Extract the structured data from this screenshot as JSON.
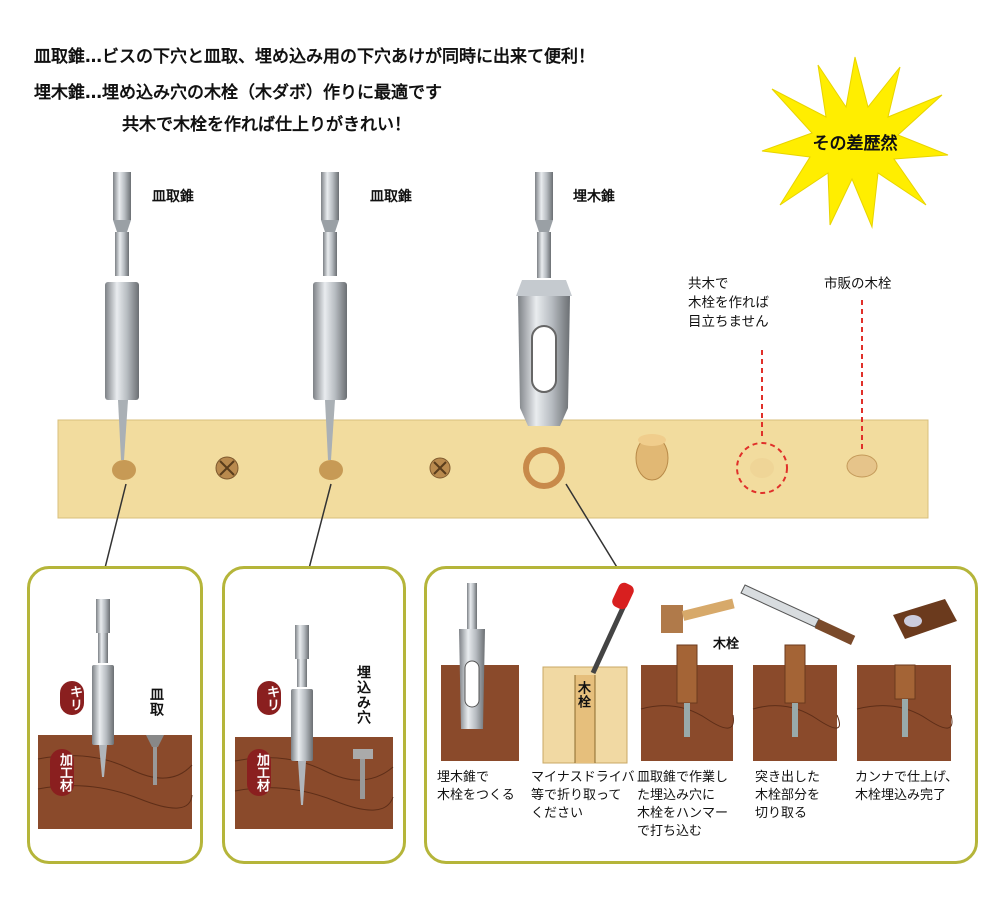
{
  "intro": {
    "line1": "皿取錐…ビスの下穴と皿取、埋め込み用の下穴あけが同時に出来て便利！",
    "line2": "埋木錐…埋め込み穴の木栓（木ダボ）作りに最適です",
    "line3": "共木で木栓を作れば仕上りがきれい！"
  },
  "starburst": {
    "text": "その差歴然",
    "color": "#ffee00"
  },
  "bits": [
    {
      "label": "皿取錐"
    },
    {
      "label": "皿取錐"
    },
    {
      "label": "埋木錐"
    }
  ],
  "notes": {
    "same_wood": "共木で\n木栓を作れば\n目立ちません",
    "commercial": "市販の木栓"
  },
  "panel1": {
    "kiri": "キリ",
    "sara": "皿取",
    "material": "加工材"
  },
  "panel2": {
    "kiri": "キリ",
    "umekomi": "埋込み穴",
    "material": "加工材"
  },
  "panel3": {
    "plug_label": "木栓",
    "in_slot_label": "木栓",
    "captions": [
      "埋木錐で\n木栓をつくる",
      "マイナスドライバ\n等で折り取って\nください",
      "皿取錐で作業し\nた埋込み穴に\n木栓をハンマー\nで打ち込む",
      "突き出した\n木栓部分を\n切り取る",
      "カンナで仕上げ、\n木栓埋込み完了"
    ]
  },
  "colors": {
    "board": "#f2dc9e",
    "panel_border": "#b5b53a",
    "wood_dark": "#7a3b22",
    "badge": "#8a1f1f",
    "guide_red": "#e0302a"
  }
}
